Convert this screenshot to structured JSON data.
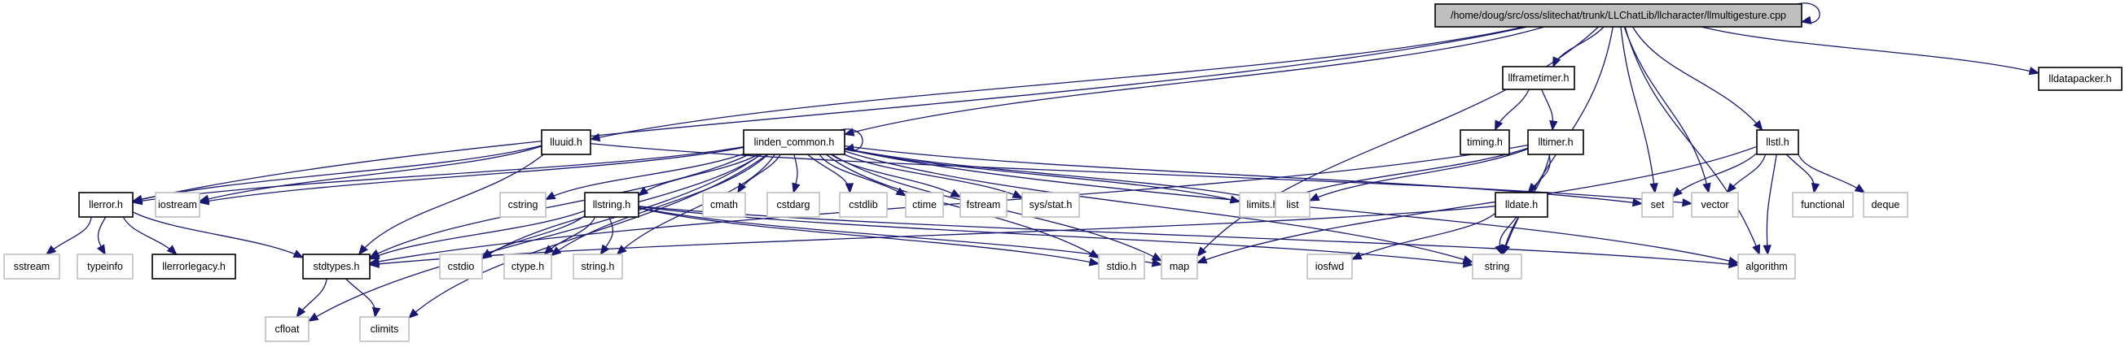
{
  "title": "Include dependency graph for llmultigesture.cpp",
  "colors": {
    "edge": "#191970",
    "main_fill": "#bfbfbf",
    "doc_border": "#000000",
    "sys_border": "#bfbfbf"
  },
  "nodes": [
    {
      "id": "main",
      "label": "/home/doug/src/oss/slitechat/trunk/LLChatLib/llcharacter/llmultigesture.cpp",
      "kind": "main"
    },
    {
      "id": "llframetimer",
      "label": "llframetimer.h",
      "kind": "doc"
    },
    {
      "id": "lldatapacker",
      "label": "lldatapacker.h",
      "kind": "doc"
    },
    {
      "id": "timing",
      "label": "timing.h",
      "kind": "doc"
    },
    {
      "id": "lltimer",
      "label": "lltimer.h",
      "kind": "doc"
    },
    {
      "id": "llstl",
      "label": "llstl.h",
      "kind": "doc"
    },
    {
      "id": "lluuid",
      "label": "lluuid.h",
      "kind": "doc"
    },
    {
      "id": "linden_common",
      "label": "linden_common.h",
      "kind": "doc"
    },
    {
      "id": "llerror",
      "label": "llerror.h",
      "kind": "doc"
    },
    {
      "id": "iostream",
      "label": "iostream",
      "kind": "sys"
    },
    {
      "id": "cstring",
      "label": "cstring",
      "kind": "sys"
    },
    {
      "id": "llstring",
      "label": "llstring.h",
      "kind": "doc"
    },
    {
      "id": "cmath",
      "label": "cmath",
      "kind": "sys"
    },
    {
      "id": "cstdarg",
      "label": "cstdarg",
      "kind": "sys"
    },
    {
      "id": "cstdlib",
      "label": "cstdlib",
      "kind": "sys"
    },
    {
      "id": "ctime",
      "label": "ctime",
      "kind": "sys"
    },
    {
      "id": "fstream",
      "label": "fstream",
      "kind": "sys"
    },
    {
      "id": "sysstat",
      "label": "sys/stat.h",
      "kind": "sys"
    },
    {
      "id": "limits",
      "label": "limits.h",
      "kind": "sys"
    },
    {
      "id": "list",
      "label": "list",
      "kind": "sys"
    },
    {
      "id": "lldate",
      "label": "lldate.h",
      "kind": "doc"
    },
    {
      "id": "set",
      "label": "set",
      "kind": "sys"
    },
    {
      "id": "vector",
      "label": "vector",
      "kind": "sys"
    },
    {
      "id": "functional",
      "label": "functional",
      "kind": "sys"
    },
    {
      "id": "deque",
      "label": "deque",
      "kind": "sys"
    },
    {
      "id": "sstream",
      "label": "sstream",
      "kind": "sys"
    },
    {
      "id": "typeinfo",
      "label": "typeinfo",
      "kind": "sys"
    },
    {
      "id": "llerrorlegacy",
      "label": "llerrorlegacy.h",
      "kind": "doc"
    },
    {
      "id": "stdtypes",
      "label": "stdtypes.h",
      "kind": "doc"
    },
    {
      "id": "cstdio",
      "label": "cstdio",
      "kind": "sys"
    },
    {
      "id": "ctype",
      "label": "ctype.h",
      "kind": "sys"
    },
    {
      "id": "stringh",
      "label": "string.h",
      "kind": "sys"
    },
    {
      "id": "stdio",
      "label": "stdio.h",
      "kind": "sys"
    },
    {
      "id": "map",
      "label": "map",
      "kind": "sys"
    },
    {
      "id": "iosfwd",
      "label": "iosfwd",
      "kind": "sys"
    },
    {
      "id": "string",
      "label": "string",
      "kind": "sys"
    },
    {
      "id": "algorithm",
      "label": "algorithm",
      "kind": "sys"
    },
    {
      "id": "cfloat",
      "label": "cfloat",
      "kind": "sys"
    },
    {
      "id": "climits",
      "label": "climits",
      "kind": "sys"
    }
  ],
  "edges": [
    [
      "main",
      "main"
    ],
    [
      "main",
      "llframetimer"
    ],
    [
      "main",
      "lldatapacker"
    ],
    [
      "main",
      "lluuid"
    ],
    [
      "main",
      "linden_common"
    ],
    [
      "main",
      "llerror"
    ],
    [
      "main",
      "llstl"
    ],
    [
      "main",
      "set"
    ],
    [
      "main",
      "vector"
    ],
    [
      "main",
      "string"
    ],
    [
      "main",
      "map"
    ],
    [
      "main",
      "algorithm"
    ],
    [
      "llframetimer",
      "timing"
    ],
    [
      "llframetimer",
      "lltimer"
    ],
    [
      "lltimer",
      "lldate"
    ],
    [
      "lltimer",
      "limits"
    ],
    [
      "lltimer",
      "list"
    ],
    [
      "lltimer",
      "string"
    ],
    [
      "lltimer",
      "stdtypes"
    ],
    [
      "lldate",
      "iosfwd"
    ],
    [
      "lldate",
      "string"
    ],
    [
      "lldate",
      "stdtypes"
    ],
    [
      "llstl",
      "set"
    ],
    [
      "llstl",
      "vector"
    ],
    [
      "llstl",
      "functional"
    ],
    [
      "llstl",
      "deque"
    ],
    [
      "llstl",
      "algorithm"
    ],
    [
      "llstl",
      "map"
    ],
    [
      "lluuid",
      "llerror"
    ],
    [
      "lluuid",
      "iostream"
    ],
    [
      "lluuid",
      "stdtypes"
    ],
    [
      "lluuid",
      "vector"
    ],
    [
      "linden_common",
      "linden_common"
    ],
    [
      "linden_common",
      "llerror"
    ],
    [
      "linden_common",
      "iostream"
    ],
    [
      "linden_common",
      "cstring"
    ],
    [
      "linden_common",
      "llstring"
    ],
    [
      "linden_common",
      "cmath"
    ],
    [
      "linden_common",
      "cstdarg"
    ],
    [
      "linden_common",
      "cstdlib"
    ],
    [
      "linden_common",
      "ctime"
    ],
    [
      "linden_common",
      "fstream"
    ],
    [
      "linden_common",
      "sysstat"
    ],
    [
      "linden_common",
      "limits"
    ],
    [
      "linden_common",
      "list"
    ],
    [
      "linden_common",
      "set"
    ],
    [
      "linden_common",
      "stdtypes"
    ],
    [
      "linden_common",
      "cstdio"
    ],
    [
      "linden_common",
      "ctype"
    ],
    [
      "linden_common",
      "stringh"
    ],
    [
      "linden_common",
      "stdio"
    ],
    [
      "linden_common",
      "map"
    ],
    [
      "linden_common",
      "string"
    ],
    [
      "linden_common",
      "algorithm"
    ],
    [
      "linden_common",
      "cfloat"
    ],
    [
      "linden_common",
      "climits"
    ],
    [
      "llstring",
      "stdtypes"
    ],
    [
      "llstring",
      "cstdio"
    ],
    [
      "llstring",
      "ctype"
    ],
    [
      "llstring",
      "stringh"
    ],
    [
      "llstring",
      "stdio"
    ],
    [
      "llstring",
      "map"
    ],
    [
      "llstring",
      "string"
    ],
    [
      "llstring",
      "algorithm"
    ],
    [
      "llerror",
      "sstream"
    ],
    [
      "llerror",
      "typeinfo"
    ],
    [
      "llerror",
      "llerrorlegacy"
    ],
    [
      "llerror",
      "stdtypes"
    ],
    [
      "stdtypes",
      "cfloat"
    ],
    [
      "stdtypes",
      "climits"
    ]
  ]
}
